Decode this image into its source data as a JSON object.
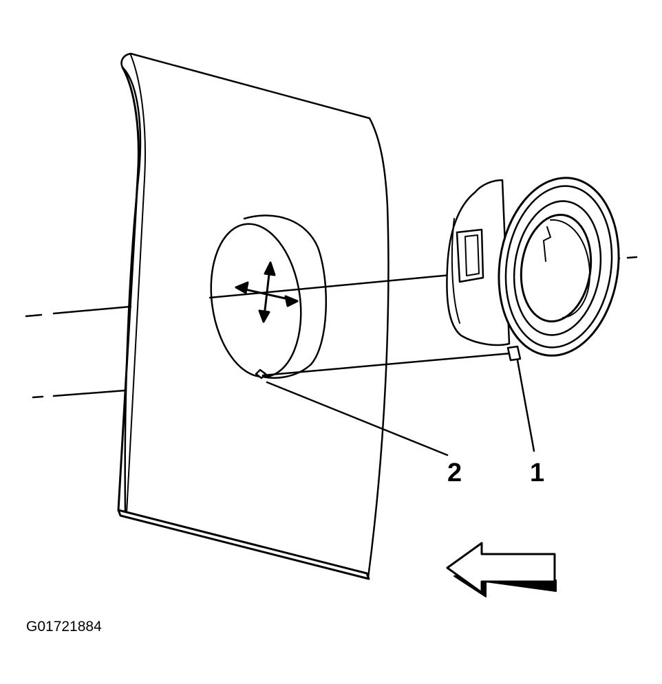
{
  "diagram": {
    "callouts": [
      "1",
      "2"
    ],
    "figure_id": "G01721884",
    "colors": {
      "line": "#000000",
      "background": "#ffffff"
    }
  }
}
